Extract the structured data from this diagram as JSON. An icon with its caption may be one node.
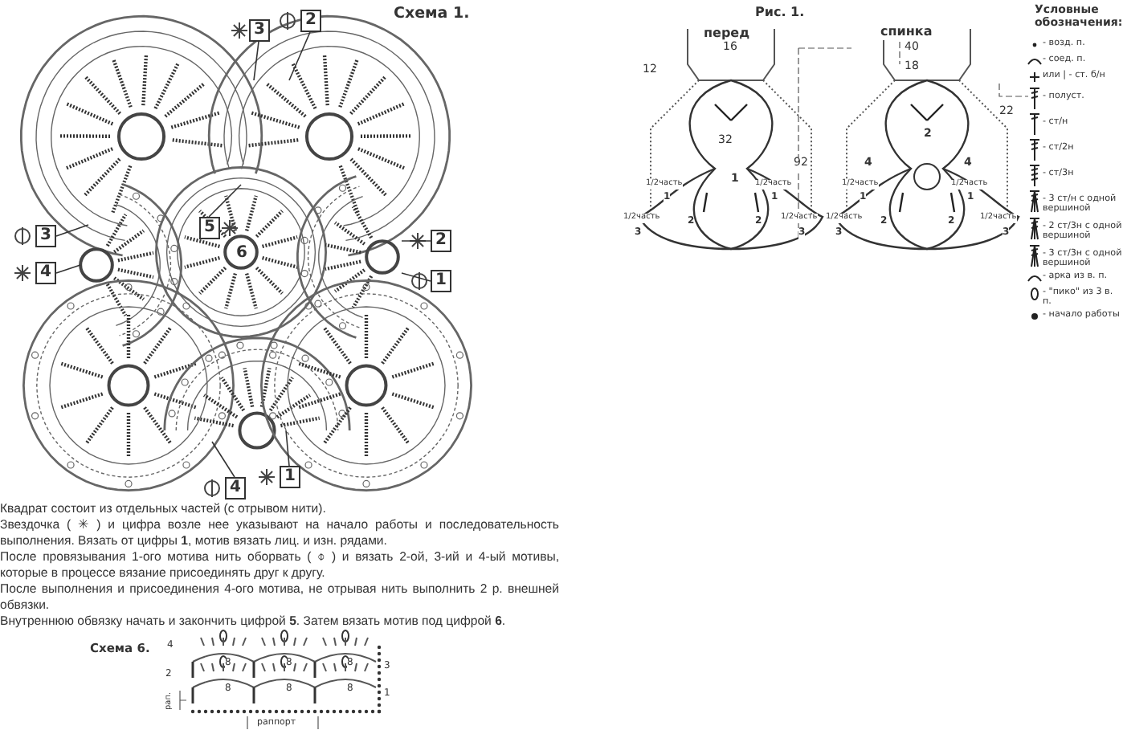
{
  "diagram": {
    "nodes": [
      {
        "text": [
          "3"
        ]
      },
      {
        "text": [
          "2"
        ]
      },
      {
        "text": [
          "5"
        ]
      },
      {
        "text": [
          "3"
        ]
      },
      {
        "text": [
          "4"
        ]
      },
      {
        "text": [
          "2"
        ]
      },
      {
        "text": [
          "1"
        ]
      },
      {
        "text": [
          "4"
        ]
      },
      {
        "text": [
          "1"
        ]
      }
    ],
    "edges": [
      {
        "from": 0,
        "to": null,
        "arrow": "none"
      },
      {
        "from": 1,
        "to": null,
        "arrow": "none"
      },
      {
        "from": 2,
        "to": null,
        "arrow": "none"
      },
      {
        "from": 3,
        "to": null,
        "arrow": "none"
      },
      {
        "from": 4,
        "to": null,
        "arrow": "none"
      },
      {
        "from": 5,
        "to": null,
        "arrow": "none"
      },
      {
        "from": 6,
        "to": null,
        "arrow": "none"
      },
      {
        "from": 7,
        "to": null,
        "arrow": "none"
      },
      {
        "from": 8,
        "to": null,
        "arrow": "none"
      }
    ],
    "labels": [
      "Схема 1.",
      "6",
      "Рис. 1.",
      "перед",
      "спинка",
      "16",
      "40",
      "12",
      "18",
      "22",
      "32",
      "92",
      "2",
      "1",
      "4",
      "4",
      "1/2часть",
      "1",
      "1/2часть",
      "1",
      "1/2часть",
      "1",
      "1/2часть",
      "1",
      "1/2часть",
      "3",
      "2",
      "2",
      "1/2часть",
      "3",
      "1/2часть",
      "3",
      "2",
      "2",
      "1/2часть",
      "3",
      "Условные обозначения:",
      "Квадрат состоит из отдельных частей (с отрывом нити).",
      "Звездочка ( ✳ ) и цифра возле нее указывают на начало работы и последовательность выполнения. Вязать от цифры **1**, мотив вязать лиц. и изн. рядами.",
      "После провязывания 1-ого мотива нить оборвать ( ⌽ ) и вязать 2-ой, 3-ий и 4-ый мотивы, которые в процессе вязание присоединять друг к другу.",
      "После выполнения и присоединения 4-ого мотива, не отрывая нить выполнить 2 р. внешней обвязки.",
      "Внутреннюю обвязку начать и закончить цифрой **5**. Затем вязать мотив под цифрой **6**.",
      "Схема 6.",
      "4",
      "8",
      "8",
      "8",
      "3",
      "2",
      "8",
      "8",
      "8",
      "1",
      "рап.",
      "раппорт"
    ],
    "legend": [
      {
        "text": "- возд. п."
      },
      {
        "text": "- соед. п."
      },
      {
        "text": "или | - ст. б/н"
      },
      {
        "text": "- полуст."
      },
      {
        "text": "- ст/н"
      },
      {
        "text": "- ст/2н"
      },
      {
        "text": "- ст/3н"
      },
      {
        "text": "- 3 ст/н с одной вершиной"
      },
      {
        "text": "- 2 ст/3н с одной вершиной"
      },
      {
        "text": "- 3 ст/3н с одной вершиной"
      },
      {
        "text": "- арка из в. п."
      },
      {
        "text": "- \"пико\" из 3 в. п."
      },
      {
        "text": "- начало работы"
      }
    ]
  }
}
